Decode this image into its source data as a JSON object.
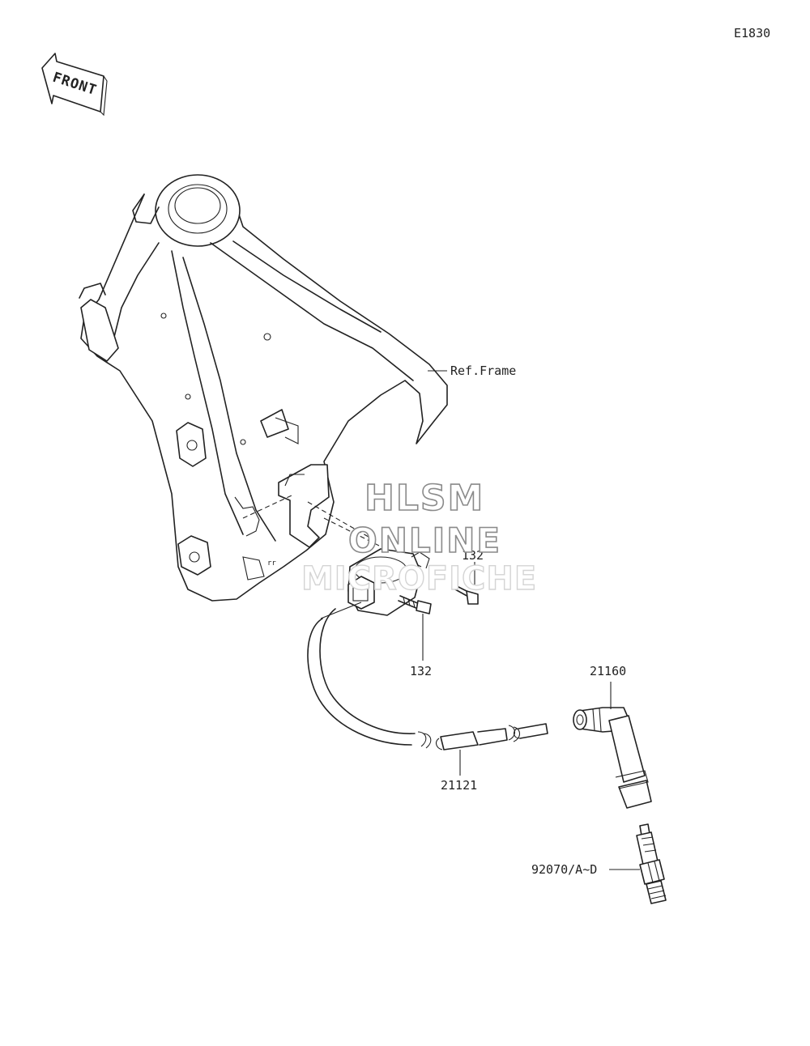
{
  "diagram_id": "E1830",
  "front_arrow_label": "FRONT",
  "callouts": {
    "frame": "Ref.Frame",
    "bolt_upper": "132",
    "bolt_lower": "132",
    "cap": "21160",
    "coil": "21121",
    "plug": "92070/A~D"
  },
  "watermark": {
    "line1": "HLSM",
    "line2": "ONLINE",
    "line3": "MICROFICHE"
  }
}
